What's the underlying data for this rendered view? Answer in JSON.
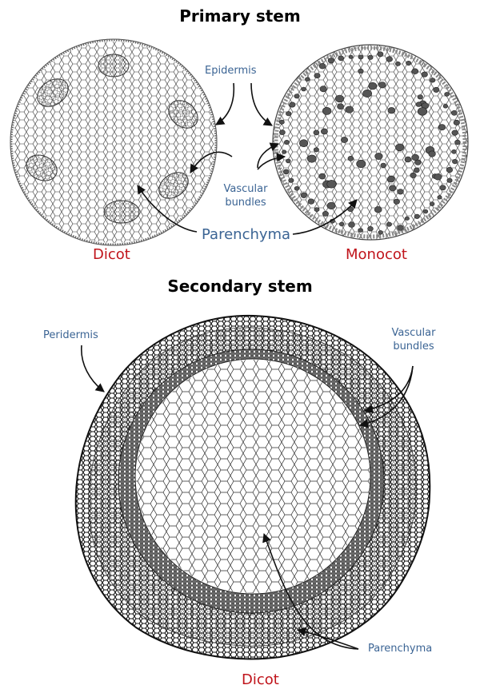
{
  "colors": {
    "label_blue": "#3b6494",
    "caption_red": "#c0141b",
    "ink": "#1a1a1a",
    "bundle_dark": "#555555"
  },
  "primary": {
    "title": "Primary stem",
    "labels": {
      "epidermis": "Epidermis",
      "vascular_line1": "Vascular",
      "vascular_line2": "bundles",
      "parenchyma": "Parenchyma"
    },
    "captions": {
      "dicot": "Dicot",
      "monocot": "Monocot"
    }
  },
  "secondary": {
    "title": "Secondary stem",
    "labels": {
      "peridermis": "Peridermis",
      "vascular_line1": "Vascular",
      "vascular_line2": "bundles",
      "parenchyma": "Parenchyma"
    },
    "caption": "Dicot"
  }
}
